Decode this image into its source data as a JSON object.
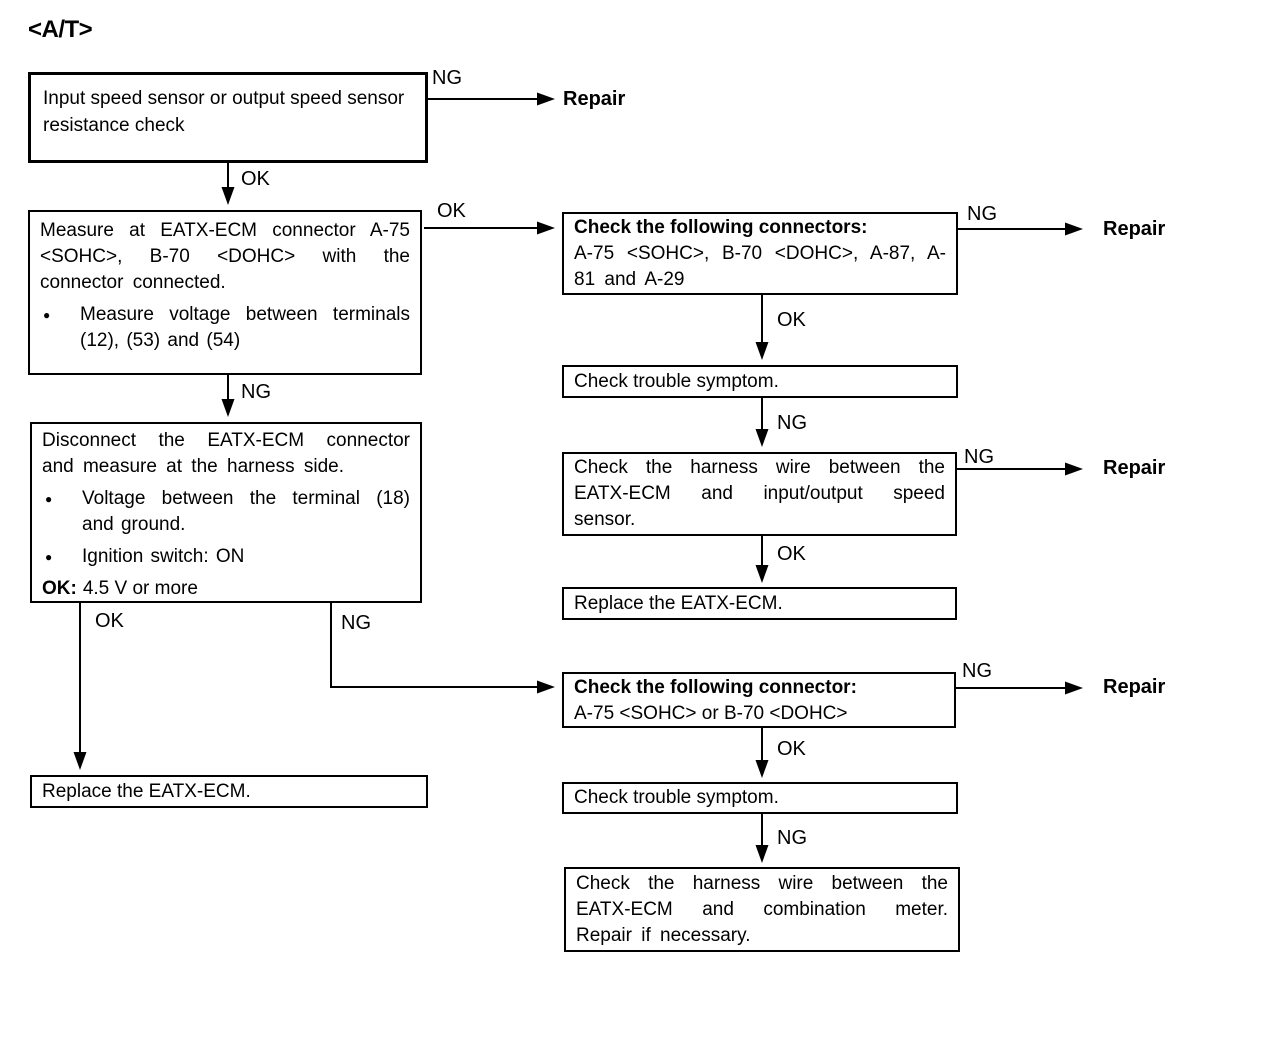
{
  "title": "<A/T>",
  "colors": {
    "ink": "#000000",
    "paper": "#ffffff"
  },
  "boxes": {
    "start": "Input speed sensor or output speed sensor resistance check",
    "measure_connector": {
      "text": "Measure at EATX-ECM connector A-75 <SOHC>, B-70 <DOHC> with the connector connected.",
      "bullet": "Measure voltage between terminals (12), (53) and (54)"
    },
    "disconnect": {
      "text": "Disconnect the EATX-ECM connector and measure at the harness side.",
      "bullet1": "Voltage between the terminal (18) and ground.",
      "bullet2": "Ignition switch: ON",
      "ok_label": "OK:",
      "ok_value": "4.5 V or more"
    },
    "replace_left": "Replace the EATX-ECM.",
    "check_connectors": {
      "heading": "Check the following connectors:",
      "text": "A-75 <SOHC>, B-70 <DOHC>, A-87, A-81 and A-29"
    },
    "check_symptom_1": "Check trouble symptom.",
    "harness_speed_sensor": "Check the harness wire between the EATX-ECM and input/output speed sensor.",
    "replace_right": "Replace the EATX-ECM.",
    "check_connector": {
      "heading": "Check the following connector:",
      "text": "A-75 <SOHC> or B-70 <DOHC>"
    },
    "check_symptom_2": "Check trouble symptom.",
    "harness_combination_meter": "Check the harness wire between the EATX-ECM and combination meter. Repair if necessary."
  },
  "flow": [
    {
      "from": "start",
      "to": "repair-1",
      "label": "NG"
    },
    {
      "from": "start",
      "to": "measure_connector",
      "label": "OK"
    },
    {
      "from": "measure_connector",
      "to": "check_connectors",
      "label": "OK"
    },
    {
      "from": "measure_connector",
      "to": "disconnect",
      "label": "NG"
    },
    {
      "from": "disconnect",
      "to": "replace_left",
      "label": "OK"
    },
    {
      "from": "disconnect",
      "to": "check_connector",
      "label": "NG"
    },
    {
      "from": "check_connectors",
      "to": "repair-2",
      "label": "NG"
    },
    {
      "from": "check_connectors",
      "to": "check_symptom_1",
      "label": "OK"
    },
    {
      "from": "check_symptom_1",
      "to": "harness_speed_sensor",
      "label": "NG"
    },
    {
      "from": "harness_speed_sensor",
      "to": "repair-3",
      "label": "NG"
    },
    {
      "from": "harness_speed_sensor",
      "to": "replace_right",
      "label": "OK"
    },
    {
      "from": "check_connector",
      "to": "repair-4",
      "label": "NG"
    },
    {
      "from": "check_connector",
      "to": "check_symptom_2",
      "label": "OK"
    },
    {
      "from": "check_symptom_2",
      "to": "harness_combination_meter",
      "label": "NG"
    }
  ],
  "terminals": [
    {
      "label": "Repair"
    },
    {
      "label": "Repair"
    },
    {
      "label": "Repair"
    },
    {
      "label": "Repair"
    }
  ]
}
